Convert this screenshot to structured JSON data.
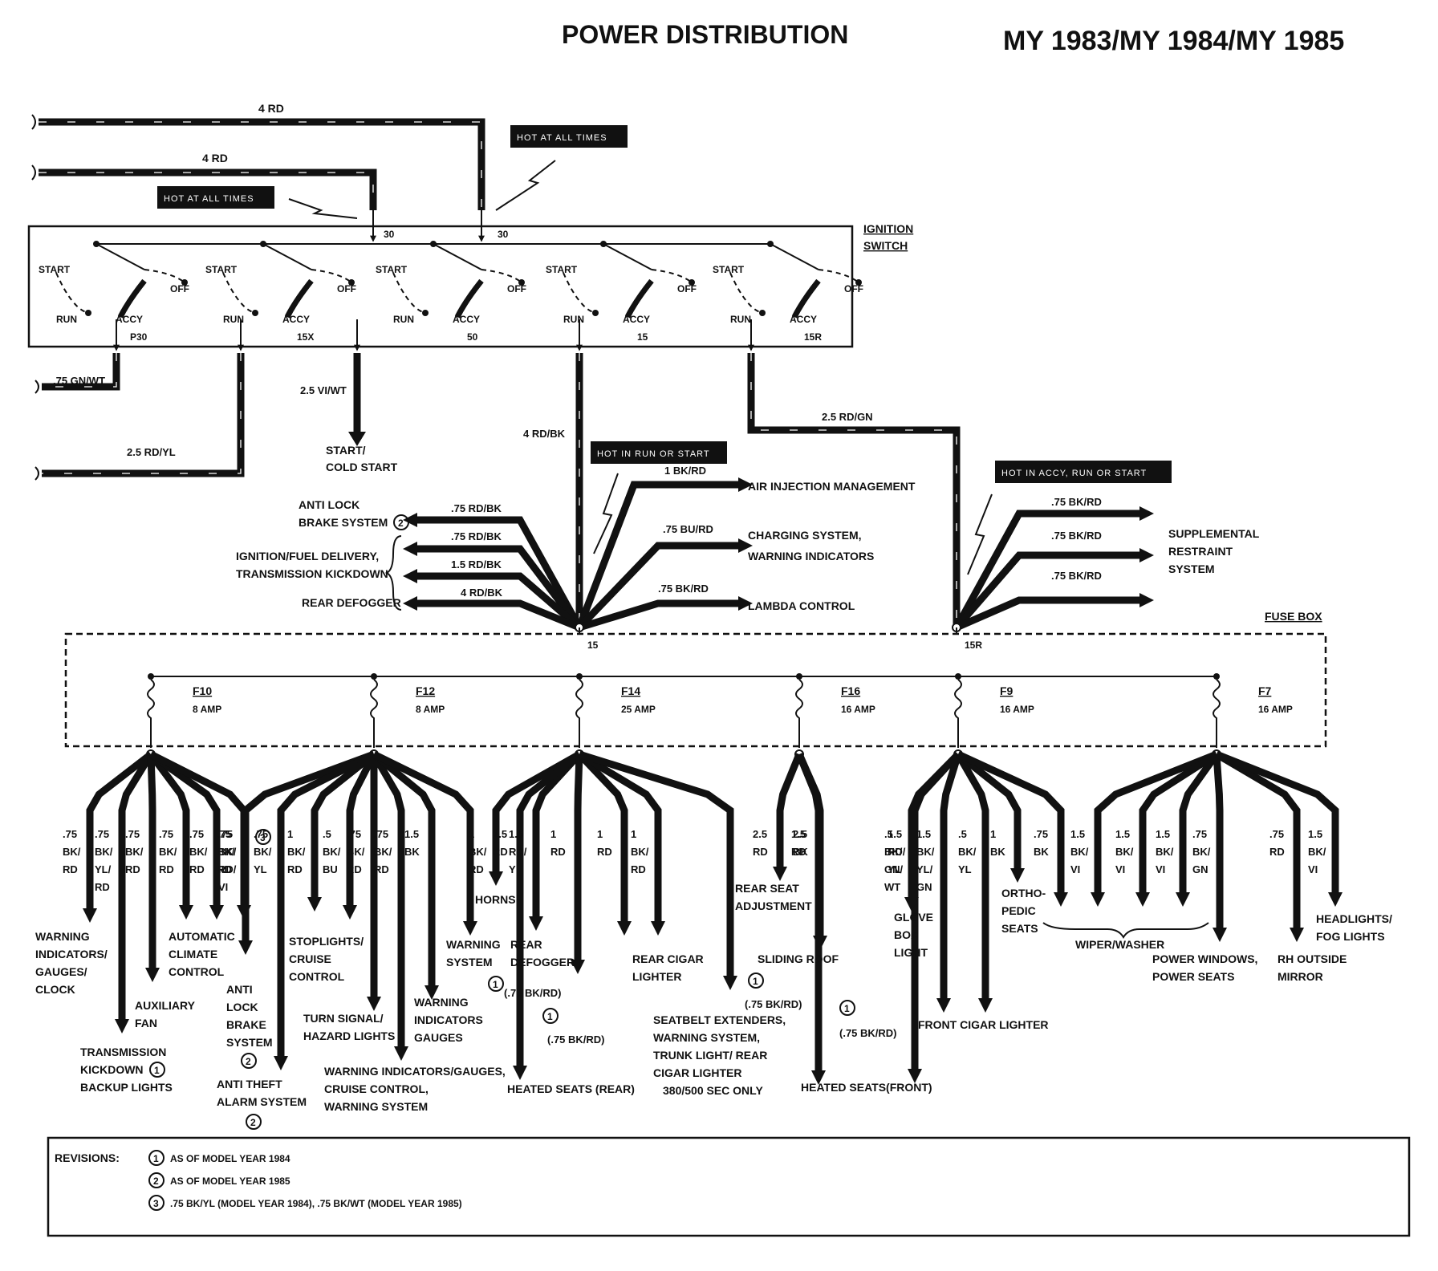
{
  "header": {
    "title": "POWER DISTRIBUTION",
    "model_years": "MY 1983/MY 1984/MY 1985"
  },
  "tags": {
    "hot_always_1": "HOT AT ALL TIMES",
    "hot_always_2": "HOT AT ALL TIMES",
    "hot_run_start": "HOT IN RUN OR START",
    "hot_accy_run_start": "HOT IN ACCY, RUN OR START"
  },
  "ignition": {
    "label_1": "IGNITION",
    "label_2": "SWITCH",
    "terminal_30a": "30",
    "terminal_30b": "30",
    "supply_1": "4 RD",
    "supply_2": "4 RD",
    "sections": [
      {
        "start": "START",
        "off": "OFF",
        "run": "RUN",
        "accy": "ACCY",
        "term": "P30"
      },
      {
        "start": "START",
        "off": "OFF",
        "run": "RUN",
        "accy": "ACCY",
        "term": "15X"
      },
      {
        "start": "START",
        "off": "OFF",
        "run": "RUN",
        "accy": "ACCY",
        "term": "50"
      },
      {
        "start": "START",
        "off": "OFF",
        "run": "RUN",
        "accy": "ACCY",
        "term": "15"
      },
      {
        "start": "START",
        "off": "OFF",
        "run": "RUN",
        "accy": "ACCY",
        "term": "15R"
      }
    ]
  },
  "outputs": {
    "p30_wire": ".75 GN/WT",
    "15x_wire": "2.5 RD/YL",
    "50_wire": "2.5 VI/WT",
    "start_1": "START/",
    "start_2": "COLD START",
    "15_wire": "4 RD/BK",
    "15r_wire": "2.5 RD/GN"
  },
  "node15": {
    "air_wire": "1 BK/RD",
    "air": "AIR INJECTION MANAGEMENT",
    "charge_wire": ".75 BU/RD",
    "charge_1": "CHARGING SYSTEM,",
    "charge_2": "WARNING INDICATORS",
    "lambda_wire": ".75 BK/RD",
    "lambda": "LAMBDA CONTROL",
    "abs_wire": ".75 RD/BK",
    "abs_1": "ANTI LOCK",
    "abs_2": "BRAKE SYSTEM",
    "ign_wire_1": ".75 RD/BK",
    "ign_wire_2": "1.5 RD/BK",
    "ign_1": "IGNITION/FUEL DELIVERY,",
    "ign_2": "TRANSMISSION KICKDOWN",
    "rear_def_wire": "4 RD/BK",
    "rear_def": "REAR DEFOGGER",
    "node": "15"
  },
  "node15r": {
    "wire_1": ".75 BK/RD",
    "wire_2": ".75 BK/RD",
    "wire_3": ".75 BK/RD",
    "srs_1": "SUPPLEMENTAL",
    "srs_2": "RESTRAINT",
    "srs_3": "SYSTEM",
    "node": "15R"
  },
  "fusebox": {
    "label": "FUSE BOX",
    "fuses": [
      {
        "name": "F10",
        "amp": "8 AMP"
      },
      {
        "name": "F12",
        "amp": "8 AMP"
      },
      {
        "name": "F14",
        "amp": "25 AMP"
      },
      {
        "name": "F16",
        "amp": "16 AMP"
      },
      {
        "name": "F9",
        "amp": "16 AMP"
      },
      {
        "name": "F7",
        "amp": "16 AMP"
      }
    ]
  },
  "loads": {
    "warning_ind_1": "WARNING",
    "warning_ind_2": "INDICATORS/",
    "warning_ind_3": "GAUGES/",
    "warning_ind_4": "CLOCK",
    "trans_1": "TRANSMISSION",
    "trans_2": "KICKDOWN",
    "trans_3": "BACKUP LIGHTS",
    "aux_1": "AUXILIARY",
    "aux_2": "FAN",
    "auto_1": "AUTOMATIC",
    "auto_2": "CLIMATE",
    "auto_3": "CONTROL",
    "abs_1": "ANTI",
    "abs_2": "LOCK",
    "abs_3": "BRAKE",
    "abs_4": "SYSTEM",
    "anti_theft_1": "ANTI  THEFT",
    "anti_theft_2": "ALARM SYSTEM",
    "stop_1": "STOPLIGHTS/",
    "stop_2": "CRUISE",
    "stop_3": "CONTROL",
    "turn_1": "TURN SIGNAL/",
    "turn_2": "HAZARD LIGHTS",
    "wig_1": "WARNING INDICATORS/GAUGES,",
    "wig_2": "CRUISE CONTROL,",
    "wig_3": "WARNING SYSTEM",
    "wi_1": "WARNING",
    "wi_2": "INDICATORS",
    "wi_3": "GAUGES",
    "ws_1": "WARNING",
    "ws_2": "SYSTEM",
    "horns": "HORNS",
    "rdef_1": "REAR",
    "rdef_2": "DEFOGGER",
    "rcig_1": "REAR CIGAR",
    "rcig_2": "LIGHTER",
    "heated_rear": "HEATED SEATS (REAR)",
    "belt_1": "SEATBELT EXTENDERS,",
    "belt_2": "WARNING SYSTEM,",
    "belt_3": "TRUNK LIGHT/ REAR",
    "belt_4": "CIGAR LIGHTER",
    "belt_5": "380/500 SEC ONLY",
    "rear_seat_1": "REAR SEAT",
    "rear_seat_2": "ADJUSTMENT",
    "sliding": "SLIDING ROOF",
    "heated_front": "HEATED SEATS(FRONT)",
    "glove_1": "GLOVE",
    "glove_2": "BOX",
    "glove_3": "LIGHT",
    "front_cig": "FRONT CIGAR LIGHTER",
    "ortho_1": "ORTHO-",
    "ortho_2": "PEDIC",
    "ortho_3": "SEATS",
    "wiper": "WIPER/WASHER",
    "pw_1": "POWER WINDOWS,",
    "pw_2": "POWER SEATS",
    "rh_1": "RH OUTSIDE",
    "rh_2": "MIRROR",
    "hl_1": "HEADLIGHTS/",
    "hl_2": "FOG LIGHTS",
    "rev_a": "(.75 BK/RD)",
    "rev_b": "(.75 BK/RD)",
    "rev_c": "(.75 BK/RD)",
    "rev_d": "(.75 BK/RD)"
  },
  "wire_labels": {
    "f10": [
      [
        ".75",
        "BK/",
        "RD"
      ],
      [
        ".75",
        "BK/",
        "YL/",
        "RD"
      ],
      [
        ".75",
        "BK/",
        "RD"
      ],
      [
        ".75",
        "BK/",
        "RD"
      ],
      [
        ".75",
        "BK/",
        "RD"
      ],
      [
        ".75",
        "BK/",
        "RD"
      ]
    ],
    "f12": [
      [
        ".75",
        "BK/",
        "RD/",
        "VI"
      ],
      [
        ".75",
        "BK/",
        "YL"
      ],
      [
        "1",
        "BK/",
        "RD"
      ],
      [
        ".5",
        "BK/",
        "BU"
      ],
      [
        ".75",
        "BK/",
        "RD"
      ],
      [
        ".75",
        "BK/",
        "RD"
      ],
      [
        "1.5",
        "BK"
      ]
    ],
    "f14": [
      [
        "1",
        "BK/",
        "RD"
      ],
      [
        "1.5",
        "RD/",
        "YL"
      ],
      [
        "1.5",
        "RD"
      ],
      [
        "1",
        "RD"
      ],
      [
        "1",
        "RD"
      ],
      [
        "1",
        "BK/",
        "RD"
      ]
    ],
    "f16": [
      [
        "2.5",
        "RD"
      ],
      [
        "2.5",
        "BK"
      ],
      [
        "1.5",
        "RD"
      ]
    ],
    "f9": [
      [
        "1.5",
        "RD/",
        "YL"
      ],
      [
        ".5",
        "BK/",
        "GN/",
        "WT"
      ],
      [
        "1.5",
        "BK/",
        "YL/",
        "GN"
      ],
      [
        ".5",
        "BK/",
        "YL"
      ],
      [
        "1",
        "BK"
      ],
      [
        ".75",
        "BK"
      ]
    ],
    "f7": [
      [
        "1.5",
        "BK/",
        "VI"
      ],
      [
        "1.5",
        "BK/",
        "VI"
      ],
      [
        "1.5",
        "BK/",
        "VI"
      ],
      [
        ".75",
        "BK/",
        "GN"
      ],
      [
        ".75",
        "RD"
      ],
      [
        "1.5",
        "BK/",
        "VI"
      ]
    ]
  },
  "markers": {
    "m1": "1",
    "m2": "2",
    "m3": "3"
  },
  "revisions": {
    "label": "REVISIONS:",
    "items": [
      {
        "num": "1",
        "text": "AS OF MODEL YEAR 1984"
      },
      {
        "num": "2",
        "text": "AS OF MODEL YEAR 1985"
      },
      {
        "num": "3",
        "text": ".75 BK/YL (MODEL YEAR 1984),  .75 BK/WT (MODEL YEAR 1985)"
      }
    ]
  }
}
